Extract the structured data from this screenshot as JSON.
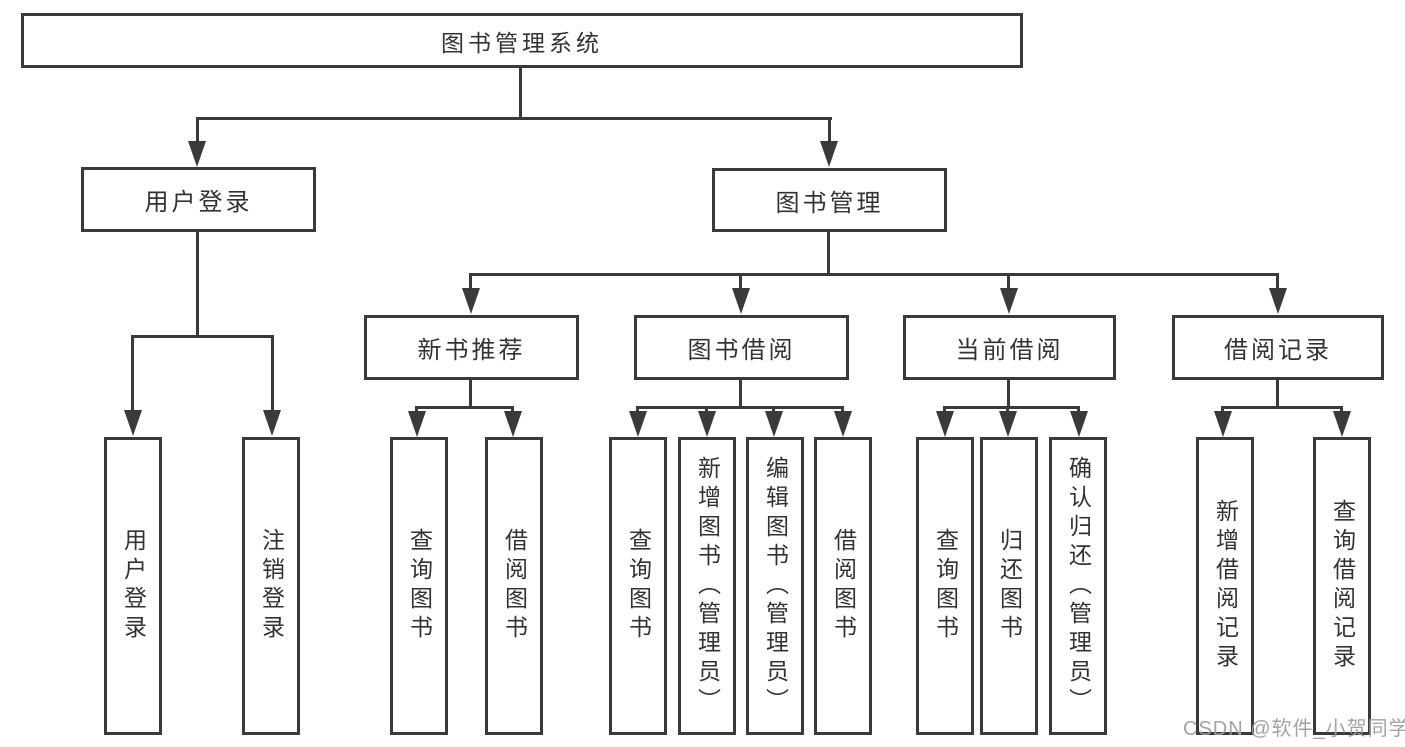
{
  "diagram": {
    "title": "图书管理系统",
    "level2": {
      "user_login": "用户登录",
      "book_mgmt": "图书管理"
    },
    "level3": {
      "new_books": "新书推荐",
      "borrow": "图书借阅",
      "current": "当前借阅",
      "records": "借阅记录"
    },
    "leaves": {
      "user_login": [
        "用户登录",
        "注销登录"
      ],
      "new_books": [
        "查询图书",
        "借阅图书"
      ],
      "borrow": [
        "查询图书",
        "新增图书（管理员）",
        "编辑图书（管理员）",
        "借阅图书"
      ],
      "current": [
        "查询图书",
        "归还图书",
        "确认归还（管理员）"
      ],
      "records": [
        "新增借阅记录",
        "查询借阅记录"
      ]
    },
    "watermark": "CSDN @软件_小贺同学"
  }
}
